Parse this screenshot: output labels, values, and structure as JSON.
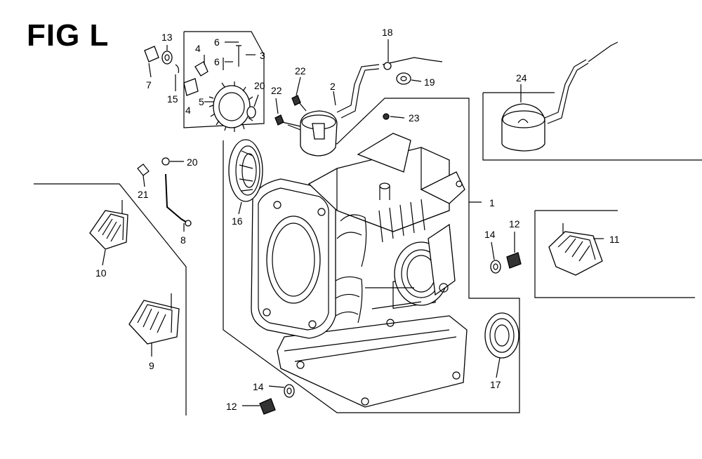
{
  "figure": {
    "title": "FIG L"
  },
  "callouts": [
    {
      "id": "c1",
      "text": "1"
    },
    {
      "id": "c2",
      "text": "2"
    },
    {
      "id": "c3",
      "text": "3"
    },
    {
      "id": "c4a",
      "text": "4"
    },
    {
      "id": "c4b",
      "text": "4"
    },
    {
      "id": "c5",
      "text": "5"
    },
    {
      "id": "c6a",
      "text": "6"
    },
    {
      "id": "c6b",
      "text": "6"
    },
    {
      "id": "c7",
      "text": "7"
    },
    {
      "id": "c8",
      "text": "8"
    },
    {
      "id": "c9",
      "text": "9"
    },
    {
      "id": "c10",
      "text": "10"
    },
    {
      "id": "c11",
      "text": "11"
    },
    {
      "id": "c12a",
      "text": "12"
    },
    {
      "id": "c12b",
      "text": "12"
    },
    {
      "id": "c13",
      "text": "13"
    },
    {
      "id": "c14a",
      "text": "14"
    },
    {
      "id": "c14b",
      "text": "14"
    },
    {
      "id": "c15",
      "text": "15"
    },
    {
      "id": "c16",
      "text": "16"
    },
    {
      "id": "c17",
      "text": "17"
    },
    {
      "id": "c18",
      "text": "18"
    },
    {
      "id": "c19",
      "text": "19"
    },
    {
      "id": "c20a",
      "text": "20"
    },
    {
      "id": "c20b",
      "text": "20"
    },
    {
      "id": "c21",
      "text": "21"
    },
    {
      "id": "c22a",
      "text": "22"
    },
    {
      "id": "c22b",
      "text": "22"
    },
    {
      "id": "c23",
      "text": "23"
    },
    {
      "id": "c24",
      "text": "24"
    }
  ]
}
